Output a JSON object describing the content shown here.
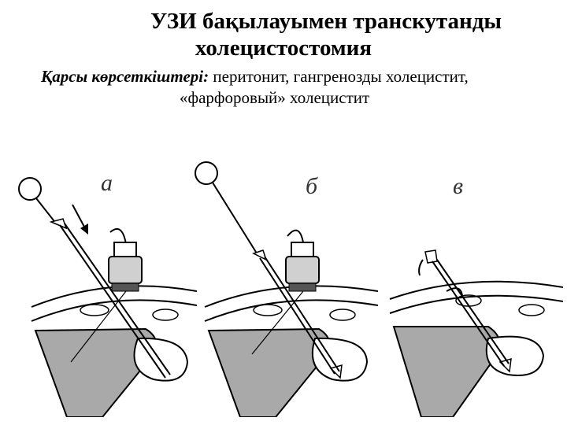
{
  "title": {
    "line1": "УЗИ бақылауымен транскутанды",
    "line2": "холецистостомия"
  },
  "contraindications": {
    "label": "Қарсы көрсеткіштері:",
    "text_line1": " перитонит, гангренозды холецистит,",
    "text_line2": "«фарфоровый» холецистит"
  },
  "figure": {
    "panels": [
      {
        "letter": "а",
        "content": "needle inserted under ultrasound probe with arrow"
      },
      {
        "letter": "б",
        "content": "needle with catheter under ultrasound probe"
      },
      {
        "letter": "в",
        "content": "drainage catheter fixed in gallbladder"
      }
    ],
    "colors": {
      "stroke": "#000000",
      "organ_fill": "#a9a9a9",
      "probe_fill": "#d0d0d0"
    }
  }
}
